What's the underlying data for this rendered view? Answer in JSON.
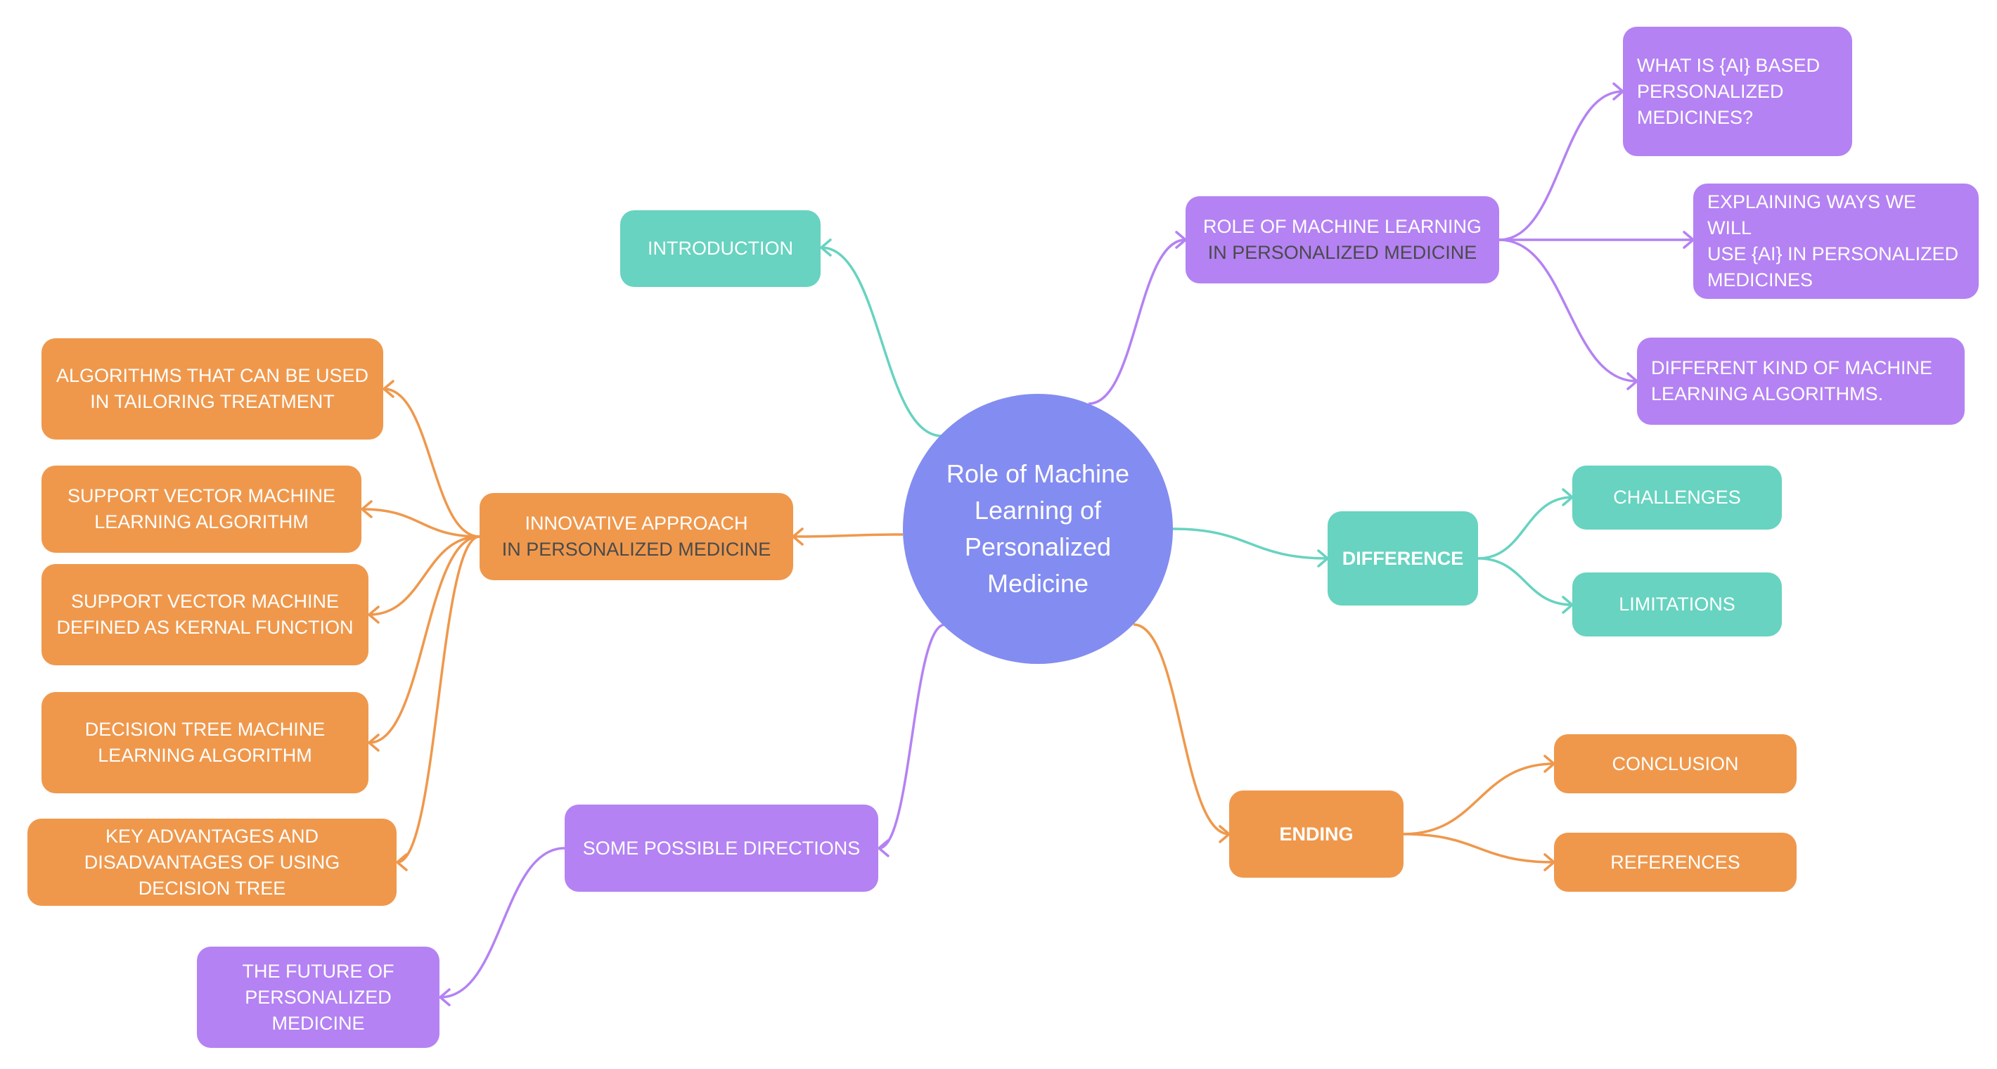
{
  "central_topic": "Role of Machine\nLearning of\nPersonalized\nMedicine",
  "colors": {
    "central": "#838cf0",
    "teal": "#67d3c0",
    "orange": "#ef984c",
    "purple": "#b482f3"
  },
  "branches": {
    "introduction": "INTRODUCTION",
    "role": {
      "line1": "ROLE OF MACHINE LEARNING",
      "line2": "IN PERSONALIZED MEDICINE",
      "children": [
        "WHAT IS {AI} BASED\nPERSONALIZED\nMEDICINES?",
        "EXPLAINING WAYS  WE WILL\nUSE {AI} IN PERSONALIZED\nMEDICINES",
        "DIFFERENT KIND OF MACHINE\nLEARNING ALGORITHMS."
      ]
    },
    "difference": {
      "label": "DIFFERENCE",
      "children": [
        "CHALLENGES",
        "LIMITATIONS"
      ]
    },
    "ending": {
      "label": "ENDING",
      "children": [
        "CONCLUSION",
        "REFERENCES"
      ]
    },
    "directions": {
      "label": "SOME POSSIBLE DIRECTIONS",
      "children": [
        "THE FUTURE OF\nPERSONALIZED\nMEDICINE"
      ]
    },
    "innovative": {
      "line1": "INNOVATIVE  APPROACH",
      "line2": "IN PERSONALIZED MEDICINE",
      "children": [
        "ALGORITHMS THAT CAN BE USED\nIN TAILORING TREATMENT",
        "SUPPORT VECTOR MACHINE\nLEARNING ALGORITHM",
        "SUPPORT VECTOR MACHINE\nDEFINED AS KERNAL FUNCTION",
        "DECISION TREE MACHINE\nLEARNING ALGORITHM",
        "KEY ADVANTAGES  AND\nDISADVANTAGES  OF USING\nDECISION TREE"
      ]
    }
  }
}
